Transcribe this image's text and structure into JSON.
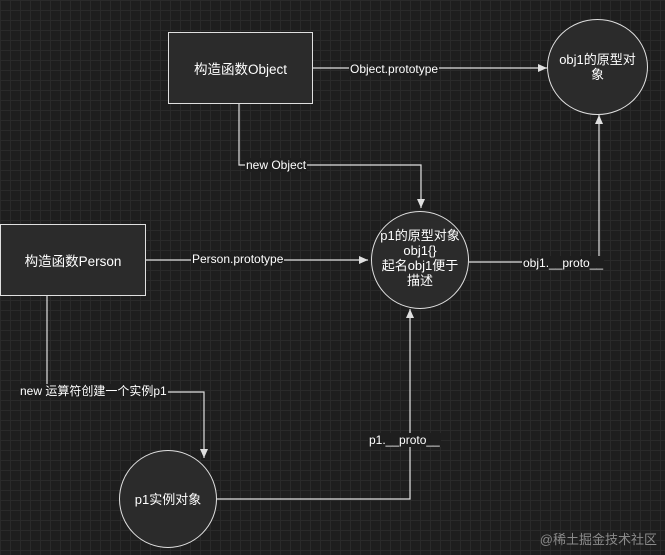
{
  "nodes": {
    "object_constructor": "构造函数Object",
    "person_constructor": "构造函数Person",
    "obj1_prototype": [
      "obj1的原型对",
      "象"
    ],
    "p1_prototype": [
      "p1的原型对象",
      "obj1{}",
      "起名obj1便于",
      "描述"
    ],
    "p1_instance": "p1实例对象"
  },
  "edges": {
    "object_prototype": "Object.prototype",
    "new_object": "new Object",
    "person_prototype": "Person.prototype",
    "obj1_proto": "obj1.__proto__",
    "new_p1": "new 运算符创建一个实例p1",
    "p1_proto": "p1.__proto__"
  },
  "watermark": "@稀土掘金技术社区",
  "colors": {
    "background": "#1e1e1e",
    "stroke": "#e0e0e0",
    "text": "#ffffff"
  }
}
